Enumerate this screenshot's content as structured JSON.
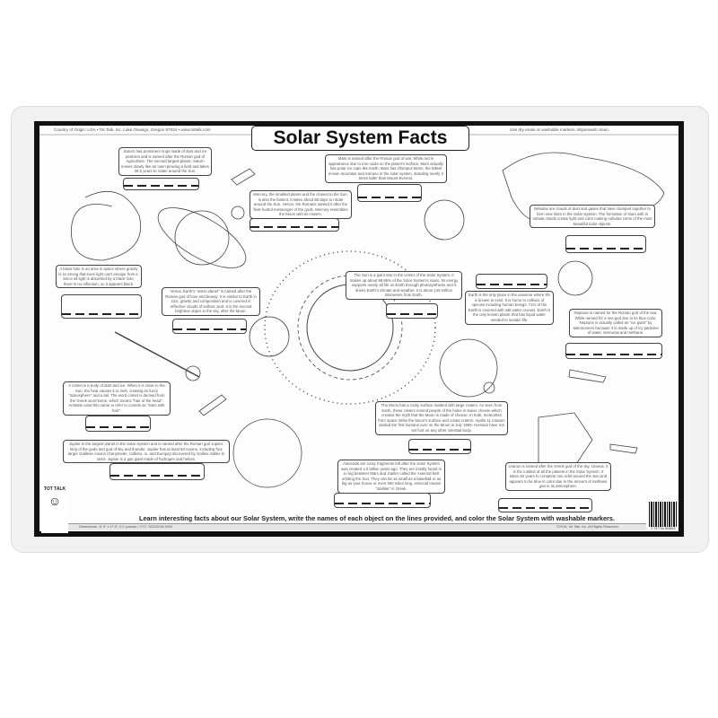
{
  "header": {
    "origin_line": "Country of Origin: USA • Tot Talk, Inc. Lake Oswego, Oregon 97034 • www.tottalk.com",
    "instructions_line": "Use dry erase or washable markers.   Wipe/wash clean.",
    "title": "Solar System Facts"
  },
  "facts": {
    "saturn": "Saturn has prominent rings made of dust and ice particles and is named after the Roman god of Agriculture. The second largest planet, Saturn moves slowly like an oxen plowing a field and takes 29.5 years to rotate around the Sun.",
    "mars": "Mars is named after the Roman god of war. While red in appearance due to iron oxide on the planet's surface, Mars actually has polar ice caps like Earth. Mars has Olympus Mons, the tallest known mountain and volcano in the solar system, standing nearly 3 times taller than Mount Everest.",
    "mercury": "Mercury, the smallest planet and the closest to the Sun, is also the fastest. It takes about 88 days to rotate around the Sun. Hence, the Romans named it after the fleet-footed messenger of the gods. Mercury resembles the Moon with its craters.",
    "nebula": "Nebulas are clouds of dust and gases that have clumped together to form new stars in the Solar System. The formation of stars with in nebula clouds create light and color making nebulas some of the most beautiful solar objects.",
    "black_hole": "A black hole is an area in space where gravity is so strong that even light can't escape from it. Since all light is absorbed by a black hole, there is no reflection, so it appears black.",
    "venus": "Venus, Earth's \"sister planet\" is named after the Roman god of love and beauty. It is similar to Earth in size, gravity and composition and is covered in reflective clouds of sulfuric acid. It is the second brightest object in the sky, after the Moon.",
    "sun": "The Sun is a giant star in the center of the Solar System. It makes up about 99.86% of the Solar System's mass. Its energy supports nearly all life on Earth through photosynthesis and it drives Earth's climate and weather. It is about 149 million kilometers from Earth.",
    "earth": "Earth is the only place in the universe where life is known to exist. It is home to millions of species including human beings. 71% of the Earth is covered with salt water oceans. Earth is the only known planet that has liquid water needed to sustain life.",
    "neptune": "Neptune is named for the Roman god of the sea. While named for a sea god due to its blue color, Neptune is actually called an \"ice giant\" by astronomers because it is made up of icy particles of water, ammonia and methane.",
    "comet": "A comet is a body of dust and ice. When it is close to the Sun, the heat causes it to melt, creating its fuzzy \"atmosphere\" and a tail. The word comet is derived from the Greek word kome, which means \"hair of the head\". Aristotle used this name to refer to comets as \"stars with hair\".",
    "moon": "The Moon has a rocky surface marked with large craters. As seen from Earth, these craters remind people of the holes in Swiss cheese which created the myth that the Moon is made of cheese. In truth, meteorites from space strike the Moon's surface and create craters. Apollo 11 mission landed the first humans ever on the Moon in July 1969. Humans have not set foot on any other celestial body.",
    "jupiter": "Jupiter is the largest planet in the Solar System and is named after the Roman god Jupiter, king of the gods and god of sky and thunder. Jupiter has at least 63 moons, including four larger Galilean moons (Ganymede, Callisto, Io, and Europa) discovered by Galileo Galilei in 1610. Jupiter is a gas giant made of hydrogen and helium.",
    "asteroids": "Asteroids are rocky fragments left after the Solar System was created 4.6 billion years ago. They are mostly found in a ring between Mars and Jupiter called the Asteroid Belt orbiting the Sun. They can be as small as a baseball or as big as your house or even 500 miles long. Asteroid means \"starlike\" in Greek.",
    "uranus": "Uranus is named after the Greek god of the sky, Uranus. It is the coldest of all the planets in the Solar System. It takes 84 years to complete one orbit around the Sun and appears to be blue in color due to the amount of methane gas in its atmosphere."
  },
  "footer": {
    "instructions": "Learn interesting facts about our Solar System, write the names of each object on the lines provided, and color the Solar System with washable markers.",
    "dimensions": "Dimensions: 11.5\" x 17.5\"; 0.2 pounds • CTC: 05242016-5000",
    "copyright": "©2016, Tot Talk, Inc. All Rights Reserved.",
    "logo": "TOT TALK",
    "barcode_number": "0 797734 606515"
  },
  "rocket_label": "TOT TALK",
  "colors": {
    "frame": "#111111",
    "mat": "#f1f1f1",
    "paper": "#fdfdfd"
  }
}
